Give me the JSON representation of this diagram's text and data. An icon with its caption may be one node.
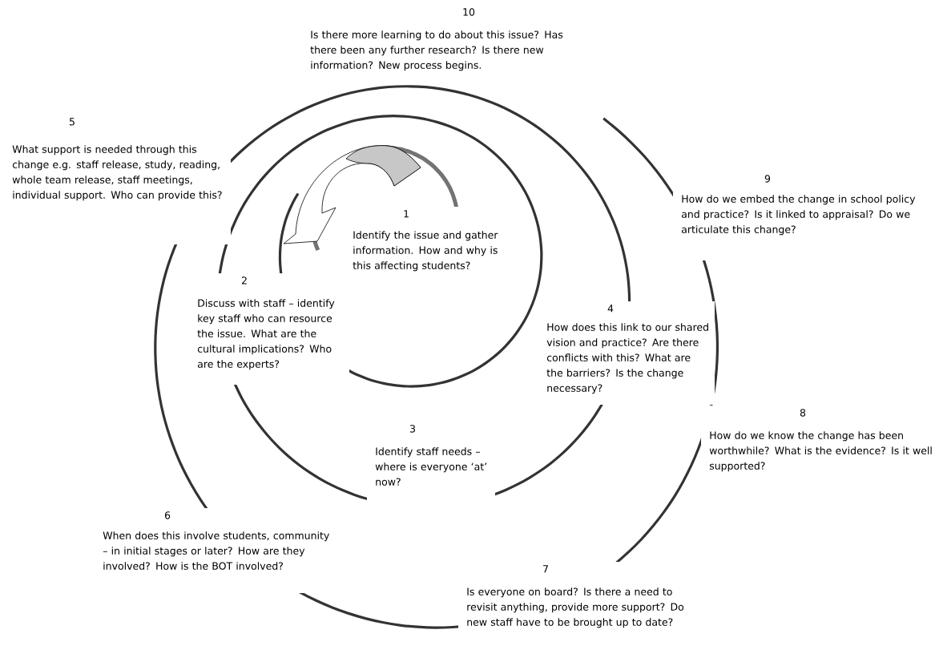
{
  "diagram": {
    "nodes": [
      {
        "text": [
          "1",
          "Identify the issue and gather information. How and why is this affecting students?"
        ]
      },
      {
        "text": [
          "2",
          "Discuss with staff – identify key staff who can resource the issue. What are the cultural implications? Who are the experts?"
        ]
      },
      {
        "text": [
          "3",
          "Identify staff needs – where is everyone ‘at’ now?"
        ]
      },
      {
        "text": [
          "4",
          "How does this link to our shared vision and practice? Are there conflicts with this? What are the barriers? Is the change necessary?"
        ]
      },
      {
        "text": [
          "5",
          "What support is needed through this change e.g. staff release, study, reading, whole team release, staff meetings, individual support. Who can provide this?"
        ]
      },
      {
        "text": [
          "6",
          "When does this involve students, community – in initial stages or later? How are they involved? How is the BOT involved?"
        ]
      },
      {
        "text": [
          "7",
          "Is everyone on board? Is there a need to revisit anything, provide more support? Do new staff have to be brought up to date?"
        ]
      },
      {
        "text": [
          "8",
          "How do we know the change has been worthwhile? What is the evidence? Is it well supported?"
        ]
      },
      {
        "text": [
          "9",
          "How do we embed the change in school policy and practice? Is it linked to appraisal? Do we articulate this change?"
        ]
      },
      {
        "text": [
          "10",
          "Is there more learning to do about this issue? Has there been any further research? Is there new information? New process begins."
        ]
      }
    ]
  }
}
